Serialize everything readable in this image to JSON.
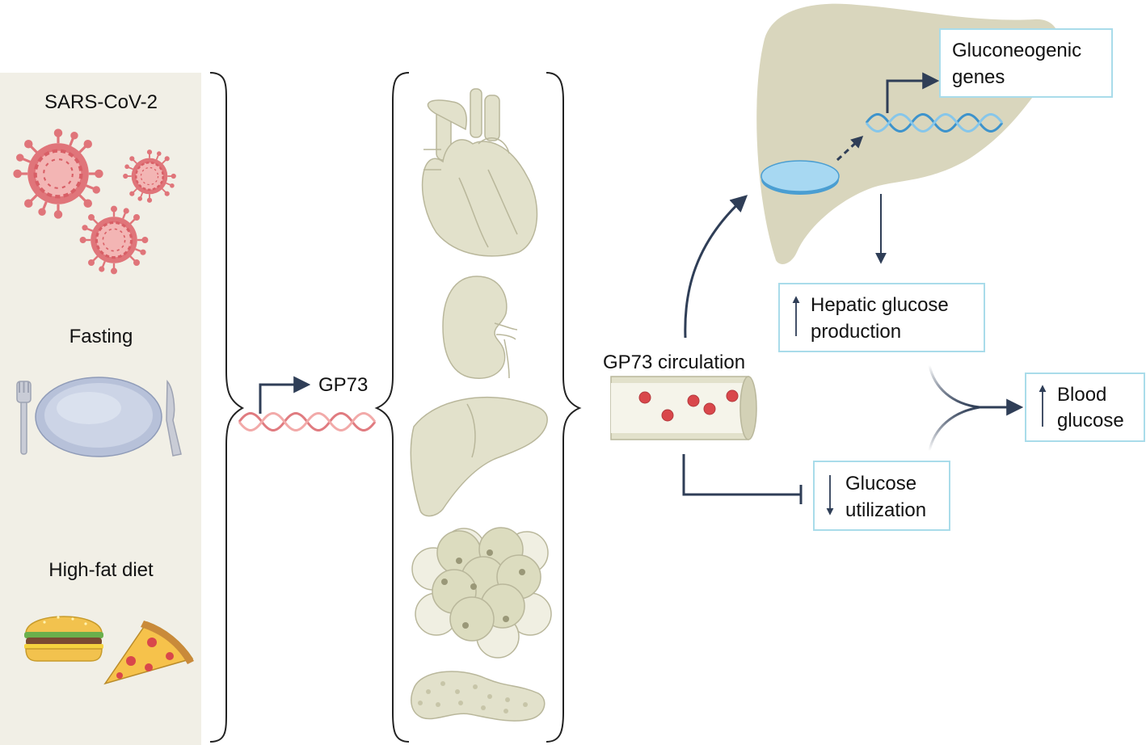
{
  "triggers": {
    "sars": "SARS-CoV-2",
    "fasting": "Fasting",
    "highfat": "High-fat diet"
  },
  "gene": {
    "label": "GP73"
  },
  "circulation": {
    "label": "GP73 circulation"
  },
  "liver_box": {
    "line1": "Gluconeogenic",
    "line2": "genes"
  },
  "hepatic_box": {
    "arrow": "↑",
    "line1": "Hepatic glucose",
    "line2": "production"
  },
  "utilization_box": {
    "arrow": "↓",
    "line1": "Glucose",
    "line2": "utilization"
  },
  "blood_box": {
    "arrow": "↑",
    "line1": "Blood",
    "line2": "glucose"
  },
  "colors": {
    "panel": "#f1efe6",
    "organ": "#e2e1cb",
    "organ_stroke": "#b9b79b",
    "liver_bg": "#d9d6bd",
    "virus": "#e0757a",
    "dna_red": "#e07b80",
    "dna_blue": "#5aa7d8",
    "arrow": "#2f3e57",
    "box_border": "#a9dcea"
  }
}
